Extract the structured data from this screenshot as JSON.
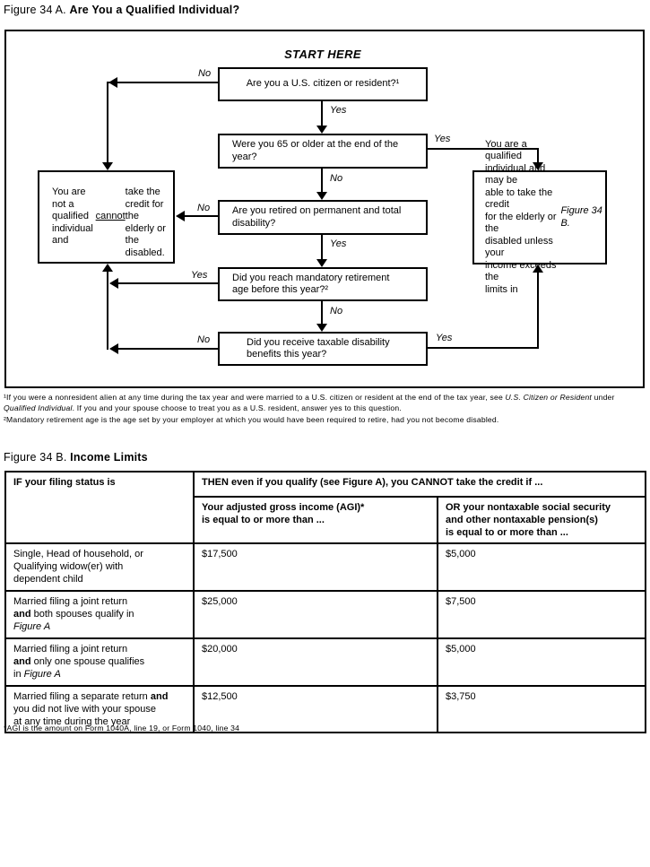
{
  "figure_a": {
    "title_runs": [
      {
        "t": "Figure 34 A. "
      },
      {
        "t": "Are You a Qualified Individual?",
        "b": true
      }
    ],
    "start_here": "START HERE",
    "labels": {
      "yes": "Yes",
      "no": "No"
    },
    "boxes": {
      "q_citizen": "Are you a U.S. citizen or resident?¹",
      "q_age65": "Were you 65 or older at the end of the\nyear?",
      "q_disability": "Are you retired on permanent and total\ndisability?",
      "q_mandatory": "Did you reach mandatory retirement\nage before this year?²",
      "q_benefits": "Did you receive taxable disability\nbenefits this year?",
      "not_qualified_runs": [
        {
          "t": "You are not a qualified\nindividual and "
        },
        {
          "t": "cannot",
          "u": true
        },
        {
          "t": "\ntake the credit for the\nelderly or the disabled."
        }
      ],
      "qualified_runs": [
        {
          "t": "You are a qualified\nindividual and may be\nable to take the credit\nfor the elderly or the\ndisabled unless your\nincome exceeds the\nlimits in "
        },
        {
          "t": "Figure 34 B.",
          "i": true
        }
      ]
    },
    "footnote1_runs": [
      {
        "t": "¹If you were a nonresident alien at any time during the tax year and were married to a U.S. citizen or resident at the end of the tax year, see "
      },
      {
        "t": "U.S. Citizen or\nResident",
        "i": true
      },
      {
        "t": " under "
      },
      {
        "t": "Qualified Individual",
        "i": true
      },
      {
        "t": ". If you and your spouse choose to treat you as a U.S. resident, answer yes to this question."
      }
    ],
    "footnote2": "²Mandatory retirement age is the age set by your employer at which you would have been required to retire, had you not become disabled."
  },
  "figure_b": {
    "title_runs": [
      {
        "t": "Figure 34 B. "
      },
      {
        "t": "Income Limits",
        "b": true
      }
    ],
    "header": {
      "col_if": "IF your filing status is",
      "then": "THEN even if you qualify (see Figure A), you CANNOT take the credit if ...",
      "col_agi": "Your adjusted gross income (AGI)*\nis equal to or more than ...",
      "col_ss": "OR your nontaxable social security\nand other nontaxable pension(s)\nis equal to or more than ..."
    },
    "rows": [
      {
        "status_runs": [
          {
            "t": "Single, Head of household, or\nQualifying widow(er) with\ndependent  child"
          }
        ],
        "agi": "$17,500",
        "ss": "$5,000"
      },
      {
        "status_runs": [
          {
            "t": "Married filing a joint return\n"
          },
          {
            "t": "and",
            "b": true
          },
          {
            "t": " both spouses qualify in\n"
          },
          {
            "t": "Figure A",
            "i": true
          }
        ],
        "agi": "$25,000",
        "ss": "$7,500"
      },
      {
        "status_runs": [
          {
            "t": "Married filing a joint return\n"
          },
          {
            "t": "and",
            "b": true
          },
          {
            "t": " only one spouse qualifies\nin "
          },
          {
            "t": "Figure A",
            "i": true
          }
        ],
        "agi": "$20,000",
        "ss": "$5,000"
      },
      {
        "status_runs": [
          {
            "t": "Married filing a separate return "
          },
          {
            "t": "and",
            "b": true
          },
          {
            "t": "\nyou did not live with your spouse\nat any time during the year"
          }
        ],
        "agi": "$12,500",
        "ss": "$3,750"
      }
    ],
    "footnote": "*AGI is the amount on Form 1040A, line 19, or Form 1040, line 34"
  }
}
